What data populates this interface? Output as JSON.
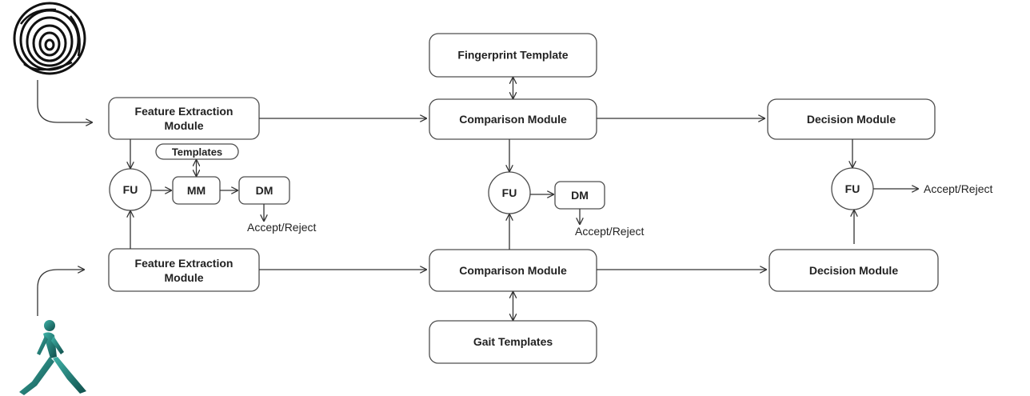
{
  "fingerprint_template": "Fingerprint Template",
  "gait_templates": "Gait Templates",
  "feature_extraction_top": [
    "Feature Extraction",
    "Module"
  ],
  "feature_extraction_bottom": [
    "Feature Extraction",
    "Module"
  ],
  "comparison_top": "Comparison Module",
  "comparison_bottom": "Comparison Module",
  "decision_top": "Decision Module",
  "decision_bottom": "Decision Module",
  "templates": "Templates",
  "fu": "FU",
  "mm": "MM",
  "dm": "DM",
  "accept_reject": "Accept/Reject",
  "icons": [
    "fingerprint-icon",
    "walking-person-icon"
  ],
  "colors": {
    "box_stroke": "#4d4d4d",
    "line": "#333333",
    "body": "#1e6e6a"
  }
}
